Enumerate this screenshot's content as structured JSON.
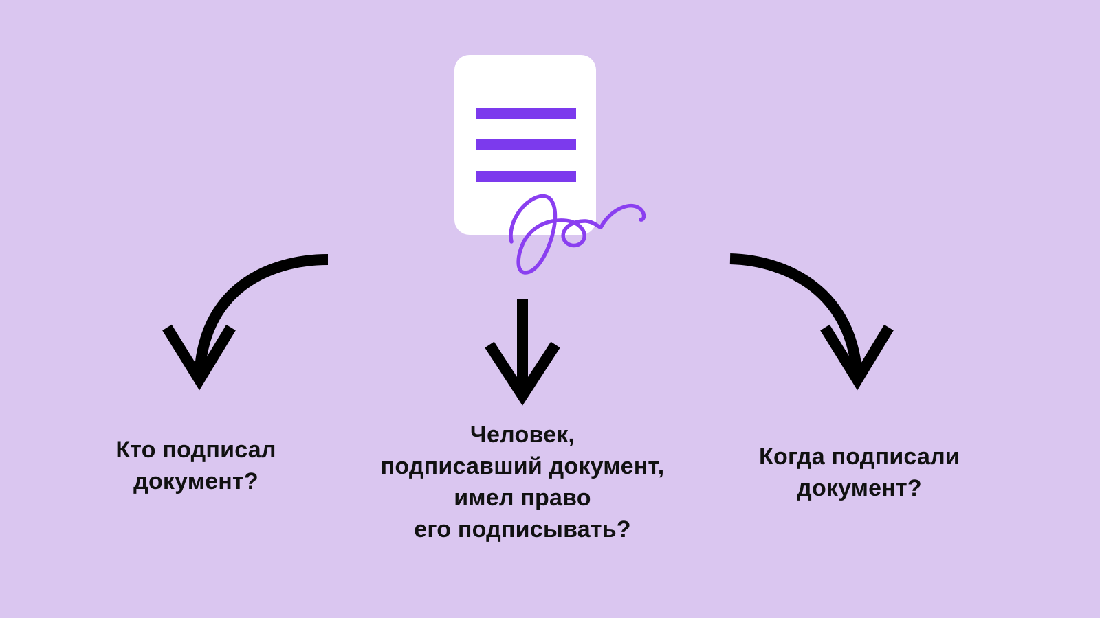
{
  "colors": {
    "background": "#dac6f0",
    "document": "#ffffff",
    "accent": "#7c3aed",
    "arrow": "#000000",
    "text": "#111111"
  },
  "illustration": {
    "document_icon": "document-with-lines-icon",
    "signature_icon": "handwritten-signature-icon",
    "arrow_icons": [
      "curved-arrow-down-left-icon",
      "arrow-down-icon",
      "curved-arrow-down-right-icon"
    ]
  },
  "questions": [
    {
      "id": "who",
      "lines": [
        "Кто подписал",
        "документ?"
      ]
    },
    {
      "id": "authority",
      "lines": [
        "Человек,",
        "подписавший документ,",
        "имел право",
        "его подписывать?"
      ]
    },
    {
      "id": "when",
      "lines": [
        "Когда подписали",
        "документ?"
      ]
    }
  ]
}
